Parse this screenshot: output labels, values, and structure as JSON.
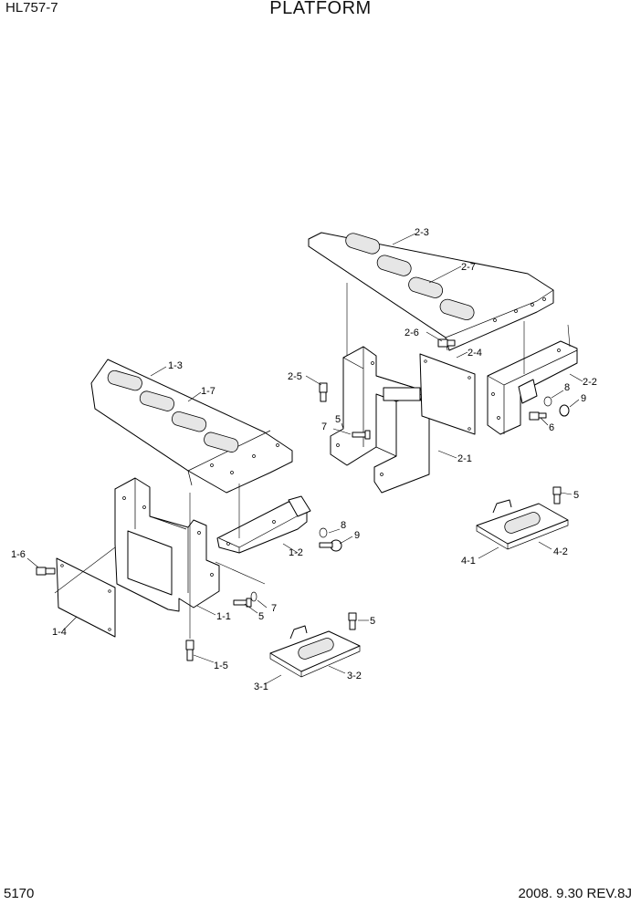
{
  "header": {
    "model": "HL757-7",
    "title": "PLATFORM"
  },
  "footer": {
    "page": "5170",
    "revision": "2008. 9.30  REV.8J"
  },
  "callouts": {
    "c1_1": "1-1",
    "c1_2": "1-2",
    "c1_3": "1-3",
    "c1_4": "1-4",
    "c1_5": "1-5",
    "c1_6": "1-6",
    "c1_7": "1-7",
    "c2_1": "2-1",
    "c2_2": "2-2",
    "c2_3": "2-3",
    "c2_4": "2-4",
    "c2_5": "2-5",
    "c2_6": "2-6",
    "c2_7": "2-7",
    "c3_1": "3-1",
    "c3_2": "3-2",
    "c4_1": "4-1",
    "c4_2": "4-2",
    "c5": "5",
    "c6": "6",
    "c7": "7",
    "c8": "8",
    "c9": "9"
  }
}
